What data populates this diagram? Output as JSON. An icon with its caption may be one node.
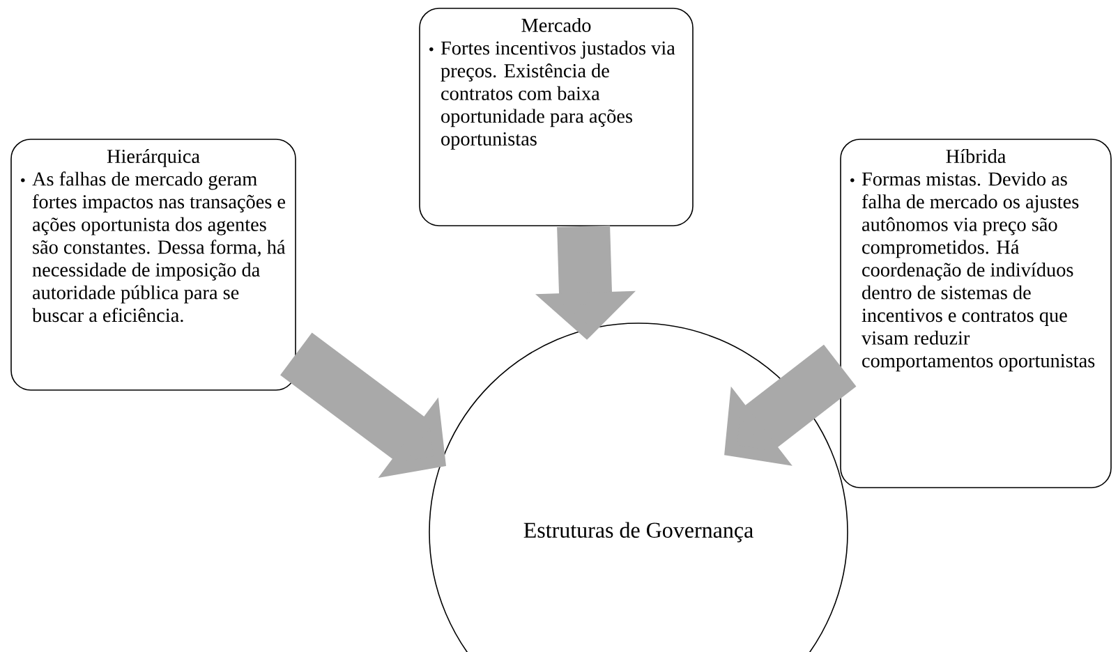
{
  "diagram": {
    "nodes": [
      {
        "text": [
          "Hierárquica",
          "As falhas de mercado geram fortes impactos nas transações e ações oportunista dos agentes são constantes. Dessa forma, há necessidade de imposição da autoridade pública para se buscar a eficiência."
        ]
      },
      {
        "text": [
          "Mercado",
          "Fortes incentivos justados via preços. Existência de contratos com baixa oportunidade para ações oportunistas"
        ]
      },
      {
        "text": [
          "Híbrida",
          "Formas mistas. Devido as falha de mercado os ajustes autônomos via preço são comprometidos.  Há coordenação de indivíduos dentro de sistemas de incentivos e contratos que visam reduzir comportamentos oportunistas"
        ]
      },
      {
        "text": [
          "Estruturas de Governança"
        ]
      }
    ],
    "edges": [
      {
        "from": 0,
        "to": 3,
        "arrow": "to"
      },
      {
        "from": 1,
        "to": 3,
        "arrow": "to"
      },
      {
        "from": 2,
        "to": 3,
        "arrow": "to"
      }
    ]
  }
}
